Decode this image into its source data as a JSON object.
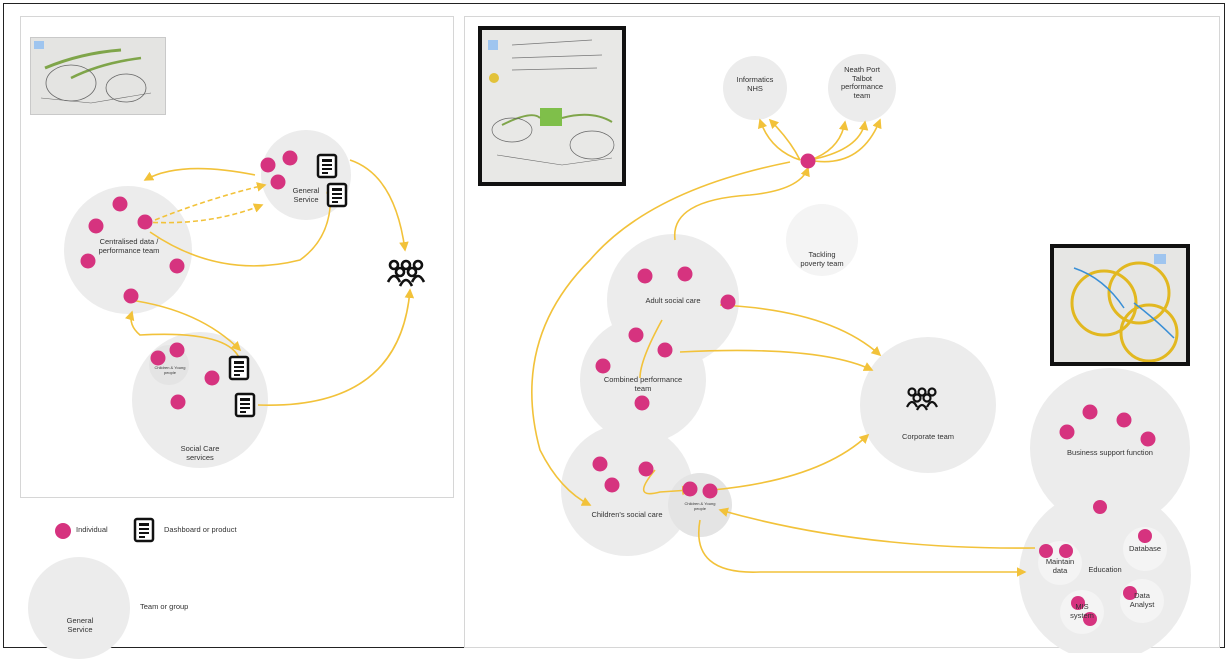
{
  "left": {
    "nodes": {
      "general_service": "General\nService",
      "centralised_team": "Centralised data /\nperformance team",
      "social_care": "Social Care\nservices",
      "children_young": "Children & Young\npeople"
    }
  },
  "legend": {
    "individual": "Individual",
    "dashboard": "Dashboard or product",
    "team_label": "Team or group",
    "team_example": "General\nService"
  },
  "right": {
    "nodes": {
      "informatics": "Informatics\nNHS",
      "npt_performance": "Neath Port\nTalbot\nperformance\nteam",
      "tackling_poverty": "Tackling\npoverty team",
      "adult_social_care": "Adult social care",
      "combined_performance": "Combined performance\nteam",
      "childrens_social_care": "Children's social care",
      "children_young": "Children & Young\npeople",
      "corporate_team": "Corporate team",
      "business_support": "Business support function",
      "education": "Education",
      "maintain_data": "Maintain\ndata",
      "database": "Database",
      "data_analyst": "Data\nAnalyst",
      "mis_system": "MIS\nsystem"
    }
  },
  "colors": {
    "individual": "#d6337f",
    "arrow": "#f2c23a",
    "team_circle": "#ececec"
  }
}
